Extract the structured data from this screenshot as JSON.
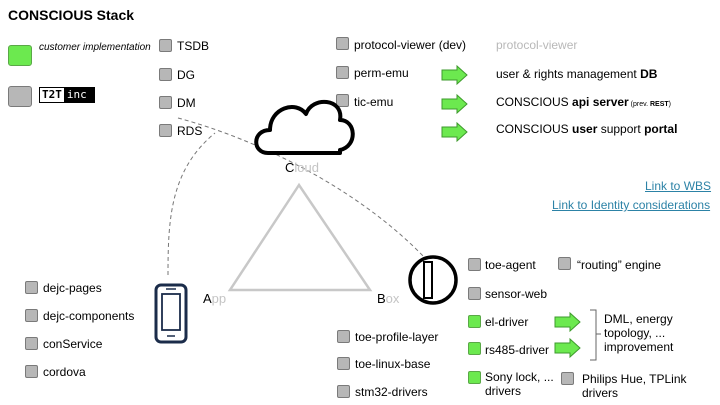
{
  "title": "CONSCIOUS Stack",
  "legend": {
    "customer": "customer implementation",
    "t2t_a": "T2T",
    "t2t_b": "inc"
  },
  "cloud_components": [
    "TSDB",
    "DG",
    "DM",
    "RDS"
  ],
  "cloud_services": [
    "protocol-viewer (dev)",
    "perm-emu",
    "tic-emu"
  ],
  "portals": {
    "viewer": "protocol-viewer",
    "db_pre": "user & rights management ",
    "db_bold": "DB",
    "api_pre": "CONSCIOUS ",
    "api_bold": "api server",
    "api_note": " (prev. ",
    "api_note_bold": "REST",
    "api_note_end": ")",
    "support_pre": "CONSCIOUS ",
    "support_bold": "user",
    "support_mid": " support ",
    "support_bold2": "portal"
  },
  "links": [
    "Link to WBS",
    "Link to Identity considerations"
  ],
  "corners": {
    "cloud_first": "C",
    "cloud_rest": "loud",
    "app_first": "A",
    "app_rest": "pp",
    "box_first": "B",
    "box_rest": "ox"
  },
  "app_components": [
    "dejc-pages",
    "dejc-components",
    "conService",
    "cordova"
  ],
  "box_top": [
    "toe-agent",
    "sensor-web"
  ],
  "routing": "“routing” engine",
  "drivers": [
    "el-driver",
    "rs485-driver"
  ],
  "dml": [
    "DML, energy",
    "topology, ...",
    "improvement"
  ],
  "linux_layers": [
    "toe-profile-layer",
    "toe-linux-base",
    "stm32-drivers"
  ],
  "sony": [
    "Sony lock, ...",
    "drivers"
  ],
  "philips": [
    "Philips Hue, TPLink",
    "drivers"
  ],
  "colors": {
    "green": "#6ce94f",
    "gray": "#b7b7b7",
    "link": "#2c82a6"
  }
}
